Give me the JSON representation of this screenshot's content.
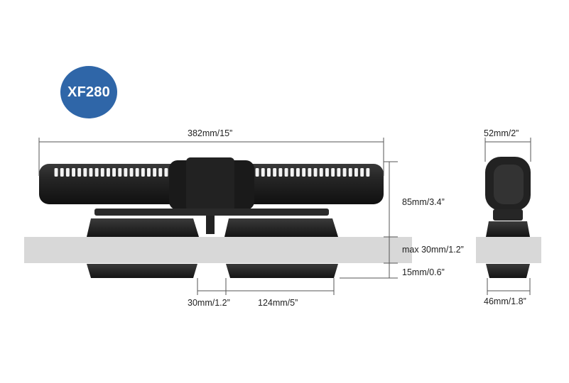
{
  "badge": {
    "model": "XF280",
    "color": "#2f66a8"
  },
  "dimensions": {
    "length": "382mm/15”",
    "height": "85mm/3.4”",
    "max_glass": "max 30mm/1.2”",
    "magnet_thickness": "15mm/0.6”",
    "mount_gap": "30mm/1.2”",
    "mount_spacing": "124mm/5”",
    "side_width": "52mm/2”",
    "side_mount_width": "46mm/1.8”"
  },
  "colors": {
    "pump_body": "#1e1e1e",
    "glass": "#d8d8d8",
    "line": "#555555"
  }
}
